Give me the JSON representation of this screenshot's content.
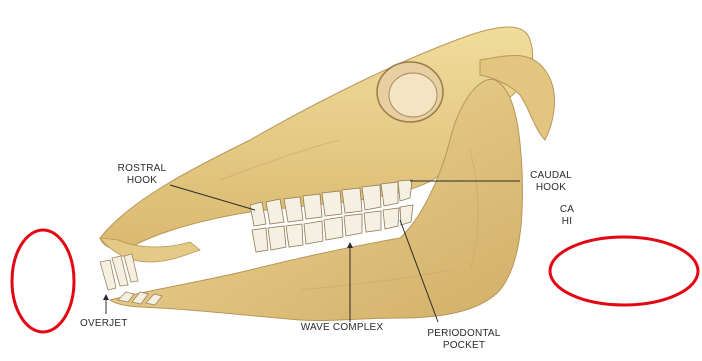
{
  "labels": {
    "rostral_hook": [
      "ROSTRAL",
      "HOOK"
    ],
    "caudal_hook": [
      "CAUDAL",
      "HOOK"
    ],
    "truncated": [
      "CA",
      "HI"
    ],
    "overjet": "OVERJET",
    "wave_complex": "WAVE COMPLEX",
    "periodontal_pocket": [
      "PERIODONTAL",
      "POCKET"
    ]
  },
  "colors": {
    "bone": "#e6cc86",
    "bone_shadow": "#c9a862",
    "bone_light": "#f3e2ac",
    "teeth": "#f4efe0",
    "leader_line": "#2b2b2b",
    "annotation_circle": "#e30613"
  }
}
